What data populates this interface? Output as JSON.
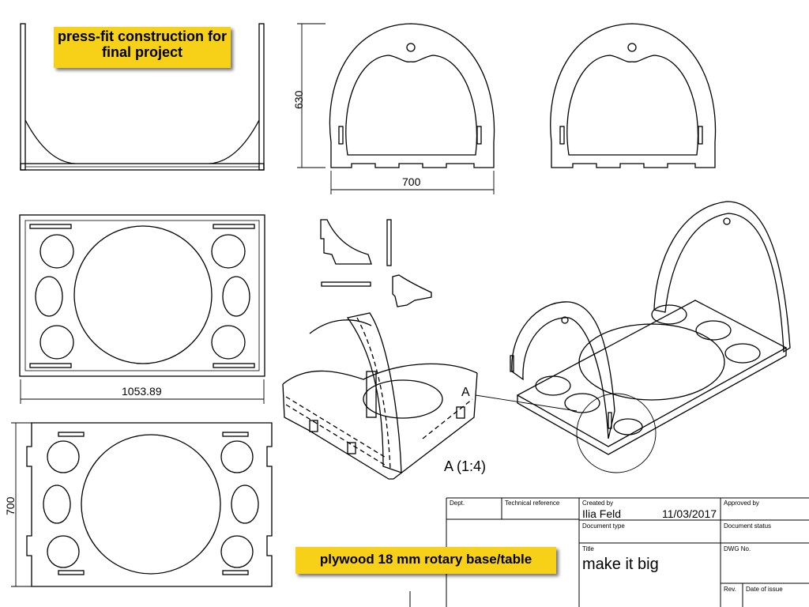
{
  "callouts": {
    "top": "press-fit construction for final project",
    "bottom": "plywood 18 mm rotary base/table"
  },
  "dimensions": {
    "height_side": "630",
    "width_side": "700",
    "length_top": "1053.89",
    "width_base": "700"
  },
  "detail": {
    "marker": "A",
    "label": "A (1:4)"
  },
  "title_block": {
    "dept_label": "Dept.",
    "tech_ref_label": "Technical reference",
    "created_by_label": "Created by",
    "created_by": "Ilia Feld",
    "date": "11/03/2017",
    "approved_by_label": "Approved by",
    "doc_type_label": "Document type",
    "doc_status_label": "Document status",
    "title_label": "Title",
    "title": "make it big",
    "dwg_label": "DWG No.",
    "rev_label": "Rev.",
    "date_issue_label": "Date of issue"
  }
}
